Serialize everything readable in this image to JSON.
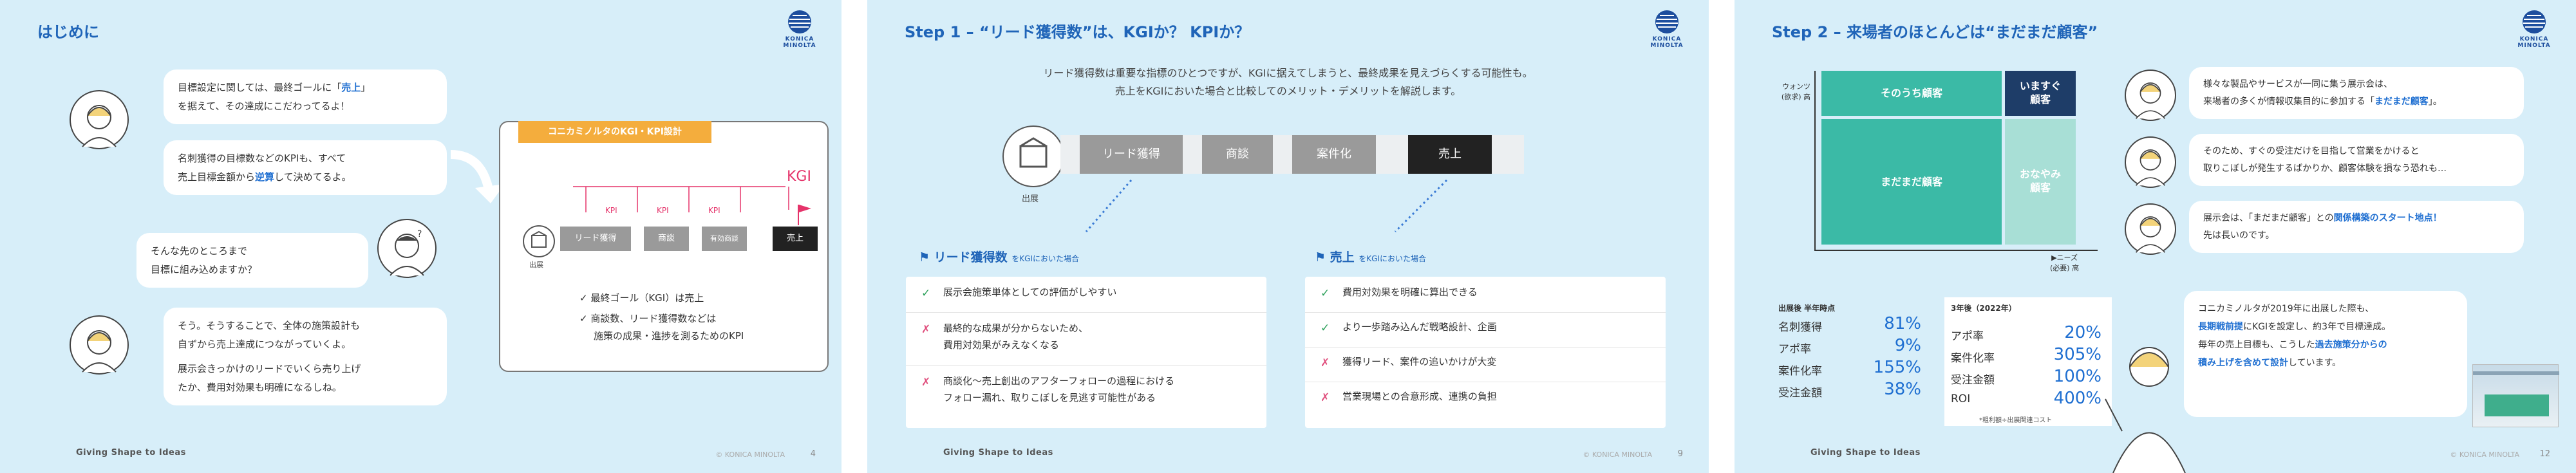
{
  "footer": {
    "brand": "Giving Shape to Ideas",
    "copyright": "© KONICA MINOLTA"
  },
  "logo": {
    "text": "KONICA MINOLTA"
  },
  "slide1": {
    "title": "はじめに",
    "page": "4",
    "bubble1": {
      "pre": "目標設定に関しては、最終ゴールに「",
      "hl": "売上",
      "post": "」",
      "line2": "を据えて、その達成にこだわってるよ！"
    },
    "bubble2": {
      "line1": "名刺獲得の目標数などのKPIも、すべて",
      "pre": "売上目標金額から",
      "hl": "逆算",
      "post": "して決めてるよ。"
    },
    "bubble3": {
      "line1": "そんな先のところまで",
      "line2": "目標に組み込めますか？"
    },
    "bubble4": {
      "line1": "そう。そうすることで、全体の施策設計も",
      "line2": "自ずから売上達成につながっていくよ。",
      "line3": "展示会きっかけのリードでいくら売り上げ",
      "line4": "たか、費用対効果も明確になるしね。"
    },
    "diagram": {
      "title": "コニカミノルタのKGI・KPI設計",
      "kgi": "KGI",
      "kpi": "KPI",
      "expo": "出展",
      "steps": [
        "リード獲得",
        "商談",
        "有効商談",
        "売上"
      ],
      "check1": "最終ゴール（KGI）は売上",
      "check2a": "商談数、リード獲得数などは",
      "check2b": "施策の成果・進捗を測るためのKPI"
    }
  },
  "slide2": {
    "title": "Step 1 – “リード獲得数”は、KGIか？ KPIか？",
    "page": "9",
    "sub1": "リード獲得数は重要な指標のひとつですが、KGIに据えてしまうと、最終成果を見えづらくする可能性も。",
    "sub2": "売上をKGIにおいた場合と比較してのメリット・デメリットを解説します。",
    "expo": "出展",
    "flow": [
      "リード獲得",
      "商談",
      "案件化",
      "売上"
    ],
    "left": {
      "head": "リード獲得数",
      "head_small": "をKGIにおいた場合",
      "rows": [
        {
          "mark": "✓",
          "lines": [
            "展示会施策単体としての評価がしやすい"
          ]
        },
        {
          "mark": "✗",
          "lines": [
            "最終的な成果が分からないため、",
            "費用対効果がみえなくなる"
          ]
        },
        {
          "mark": "✗",
          "lines": [
            "商談化～売上創出のアフターフォローの過程における",
            "フォロー漏れ、取りこぼしを見逃す可能性がある"
          ]
        }
      ]
    },
    "right": {
      "head": "売上",
      "head_small": "をKGIにおいた場合",
      "rows": [
        {
          "mark": "✓",
          "lines": [
            "費用対効果を明確に算出できる"
          ]
        },
        {
          "mark": "✓",
          "lines": [
            "より一歩踏み込んだ戦略設計、企画"
          ]
        },
        {
          "mark": "✗",
          "lines": [
            "獲得リード、案件の追いかけが大変"
          ]
        },
        {
          "mark": "✗",
          "lines": [
            "営業現場との合意形成、連携の負担"
          ]
        }
      ]
    }
  },
  "slide3": {
    "title": "Step 2 – 来場者のほとんどは“まだまだ顧客”",
    "page": "12",
    "matrix": {
      "y_label1": "ウォンツ",
      "y_label2": "(欲求) 高",
      "x_label1": "▶ニーズ",
      "x_label2": "(必要) 高",
      "c_top_left": "そのうち顧客",
      "c_top_right1": "いますぐ",
      "c_top_right2": "顧客",
      "c_bottom_left": "まだまだ顧客",
      "c_bottom_right1": "おなやみ",
      "c_bottom_right2": "顧客"
    },
    "stats1": {
      "title": "出展後 半年時点",
      "rows": [
        {
          "label": "名刺獲得",
          "value": "81%"
        },
        {
          "label": "アポ率",
          "value": "9%"
        },
        {
          "label": "案件化率",
          "value": "155%"
        },
        {
          "label": "受注金額",
          "value": "38%"
        }
      ]
    },
    "stats2": {
      "title": "3年後（2022年）",
      "rows": [
        {
          "label": "アポ率",
          "value": "20%"
        },
        {
          "label": "案件化率",
          "value": "305%"
        },
        {
          "label": "受注金額",
          "value": "100%"
        },
        {
          "label": "ROI",
          "value": "400%"
        }
      ],
      "note": "*粗利額÷出展関連コスト"
    },
    "bubble1": {
      "line1": "様々な製品やサービスが一同に集う展示会は、",
      "pre": "来場者の多くが情報収集目的に参加する「",
      "hl": "まだまだ顧客",
      "post": "」。"
    },
    "bubble2": {
      "line1": "そのため、すぐの受注だけを目指して営業をかけると",
      "line2": "取りこぼしが発生するばかりか、顧客体験を損なう恐れも…"
    },
    "bubble3": {
      "pre": "展示会は、「まだまだ顧客」との",
      "hl": "関係構築のスタート地点！",
      "line2": "先は長いのです。"
    },
    "bubble4": {
      "line1": "コニカミノルタが2019年に出展した際も、",
      "hl1": "長期戦前提",
      "mid1": "にKGIを設定し、約3年で目標達成。",
      "line3": "毎年の売上目標も、こうした",
      "hl2": "過去施策分からの",
      "hl3": "積み上げを含めて設計",
      "post": "しています。"
    }
  }
}
